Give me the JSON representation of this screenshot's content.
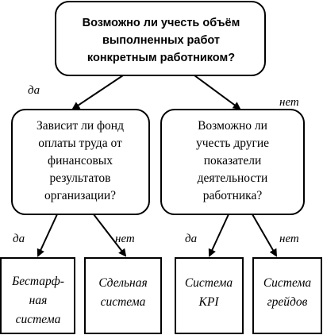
{
  "root": {
    "lines": [
      "Возможно ли учесть объём",
      "выполненных работ",
      "конкретным работником?"
    ]
  },
  "left_question": {
    "lines": [
      "Зависит ли фонд",
      "оплаты труда от",
      "финансовых",
      "результатов",
      "организации?"
    ]
  },
  "right_question": {
    "lines": [
      "Возможно ли",
      "учесть другие",
      "показатели",
      "деятельности",
      "работника?"
    ]
  },
  "leaves": [
    {
      "lines": [
        "Бестарф-",
        "ная",
        "система"
      ]
    },
    {
      "lines": [
        "Сдельная",
        "система"
      ]
    },
    {
      "lines": [
        "Система",
        "KPI"
      ]
    },
    {
      "lines": [
        "Система",
        "грейдов"
      ]
    }
  ],
  "edge_labels": {
    "yes": "да",
    "no": "нет"
  }
}
